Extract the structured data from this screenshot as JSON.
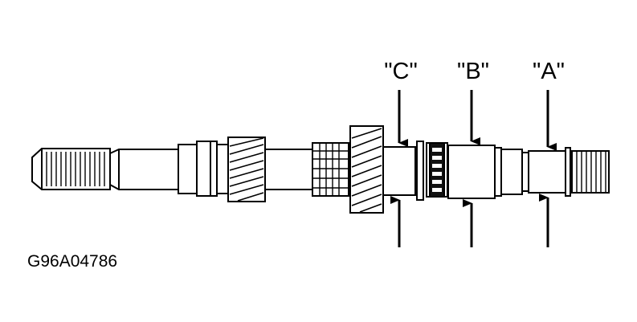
{
  "diagram": {
    "callouts": {
      "a": "\"A\"",
      "b": "\"B\"",
      "c": "\"C\""
    },
    "figure_code": "G96A04786"
  },
  "colors": {
    "line": "#000000",
    "background": "#ffffff"
  }
}
